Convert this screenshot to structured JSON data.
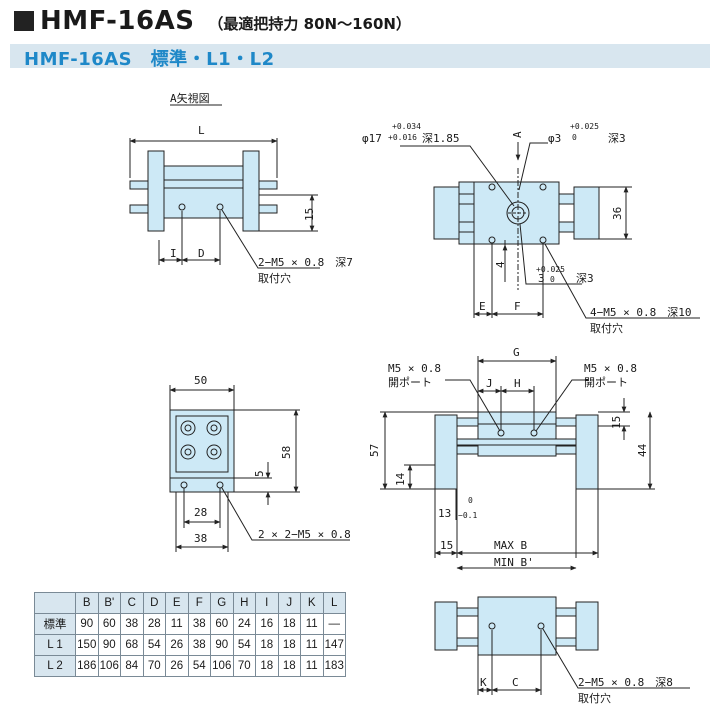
{
  "header": {
    "model": "HMF-16AS",
    "subtitle": "（最適把持力 80N～160N）",
    "band": "HMF-16AS　標準・L1・L2"
  },
  "colors": {
    "part_fill": "#cde9f6",
    "accent": "#1e88c8",
    "band": "#d8e6ef",
    "line": "#222222"
  },
  "views": {
    "a_view": "A矢視図",
    "view1": {
      "L": "L",
      "I": "I",
      "D": "D",
      "h15": "15",
      "callout1": "2−M5 × 0.8　深7",
      "callout2": "取付穴"
    },
    "view2": {
      "tol_top": "+0.034",
      "tol_bot": "+0.016",
      "phi17": "φ17",
      "depth185": "深1.85",
      "arrowA": "A",
      "phi3_tol_top": "+0.025",
      "phi3_tol_bot": "0",
      "phi3": "φ3",
      "depth3": "深3",
      "v36": "36",
      "v4": "4",
      "lower_tol_top": "+0.025",
      "lower_tol_bot": "0",
      "lower3": "3",
      "lower_depth": "深3",
      "E": "E",
      "F": "F",
      "callout1": "4−M5 × 0.8　深10",
      "callout2": "取付穴"
    },
    "view3": {
      "w50": "50",
      "h58": "58",
      "h5": "5",
      "w28": "28",
      "w38": "38",
      "callout": "2 × 2−M5 × 0.8"
    },
    "view4": {
      "G": "G",
      "J": "J",
      "H": "H",
      "port_l1": "M5 × 0.8",
      "port_l2": "開ポート",
      "port_r1": "M5 × 0.8",
      "port_r2": "開ポート",
      "h57": "57",
      "h14": "14",
      "h13": "13",
      "tol0": "0",
      "tolm": "−0.1",
      "h15r": "15",
      "h44": "44",
      "b15": "15",
      "maxb": "MAX B",
      "minb": "MIN B'"
    },
    "view5": {
      "K": "K",
      "C": "C",
      "callout1": "2−M5 × 0.8　深8",
      "callout2": "取付穴"
    }
  },
  "table": {
    "headers": [
      "",
      "B",
      "B'",
      "C",
      "D",
      "E",
      "F",
      "G",
      "H",
      "I",
      "J",
      "K",
      "L"
    ],
    "rows": [
      [
        "標準",
        "90",
        "60",
        "38",
        "28",
        "11",
        "38",
        "60",
        "24",
        "16",
        "18",
        "11",
        "—"
      ],
      [
        "L 1",
        "150",
        "90",
        "68",
        "54",
        "26",
        "38",
        "90",
        "54",
        "18",
        "18",
        "11",
        "147"
      ],
      [
        "L 2",
        "186",
        "106",
        "84",
        "70",
        "26",
        "54",
        "106",
        "70",
        "18",
        "18",
        "11",
        "183"
      ]
    ]
  }
}
